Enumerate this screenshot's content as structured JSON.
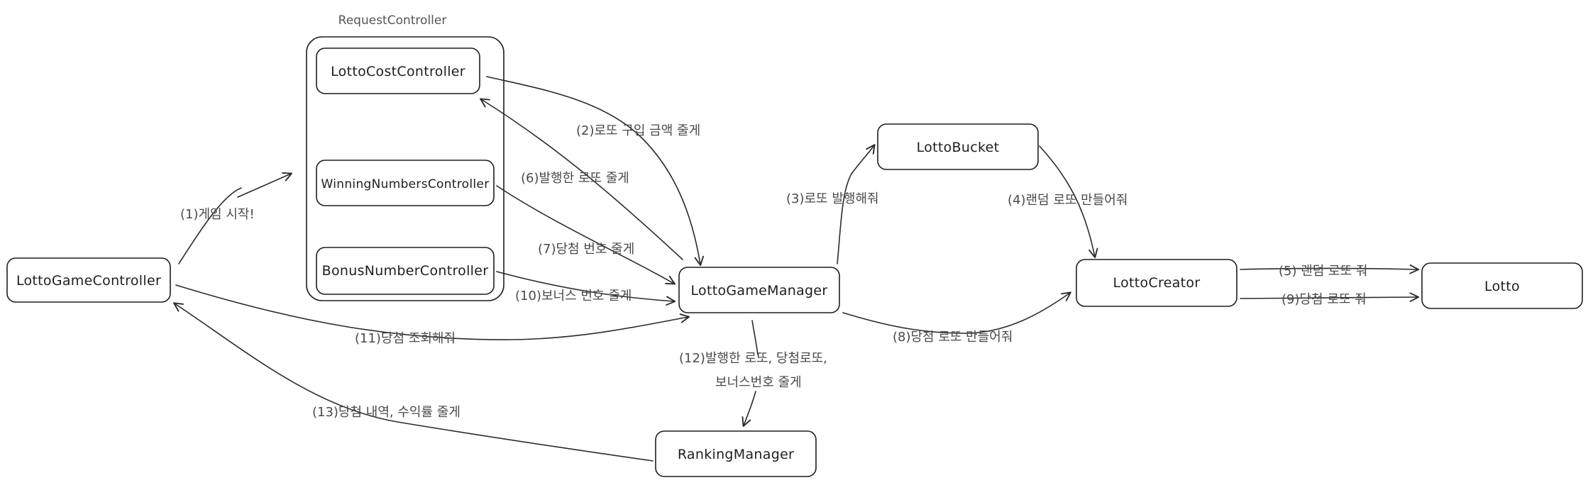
{
  "diagram": {
    "group": {
      "label": "RequestController"
    },
    "nodes": {
      "lotto_game_controller": "LottoGameController",
      "lotto_cost_controller": "LottoCostController",
      "winning_numbers_controller": "WinningNumbersController",
      "bonus_number_controller": "BonusNumberController",
      "lotto_game_manager": "LottoGameManager",
      "lotto_bucket": "LottoBucket",
      "lotto_creator": "LottoCreator",
      "lotto": "Lotto",
      "ranking_manager": "RankingManager"
    },
    "edges": {
      "e1": "(1)게임 시작!",
      "e2": "(2)로또 구입 금액 줄게",
      "e3": "(3)로또  발행해줘",
      "e4": "(4)랜덤 로또 만들어줘",
      "e5": "(5) 랜덤 로또 줘",
      "e6": "(6)발행한  로또 줄게",
      "e7": "(7)당첨 번호 줄게",
      "e8": "(8)당첨 로또 만들어줘",
      "e9": "(9)당첨 로또 줘",
      "e10": "(10)보너스 번호 줄게",
      "e11": "(11)당첨 조회해줘",
      "e12_line1": "(12)발행한 로또, 당첨로또,",
      "e12_line2": "보너스번호 줄게",
      "e13": "(13)당첨 내역, 수익률 줄게"
    }
  }
}
